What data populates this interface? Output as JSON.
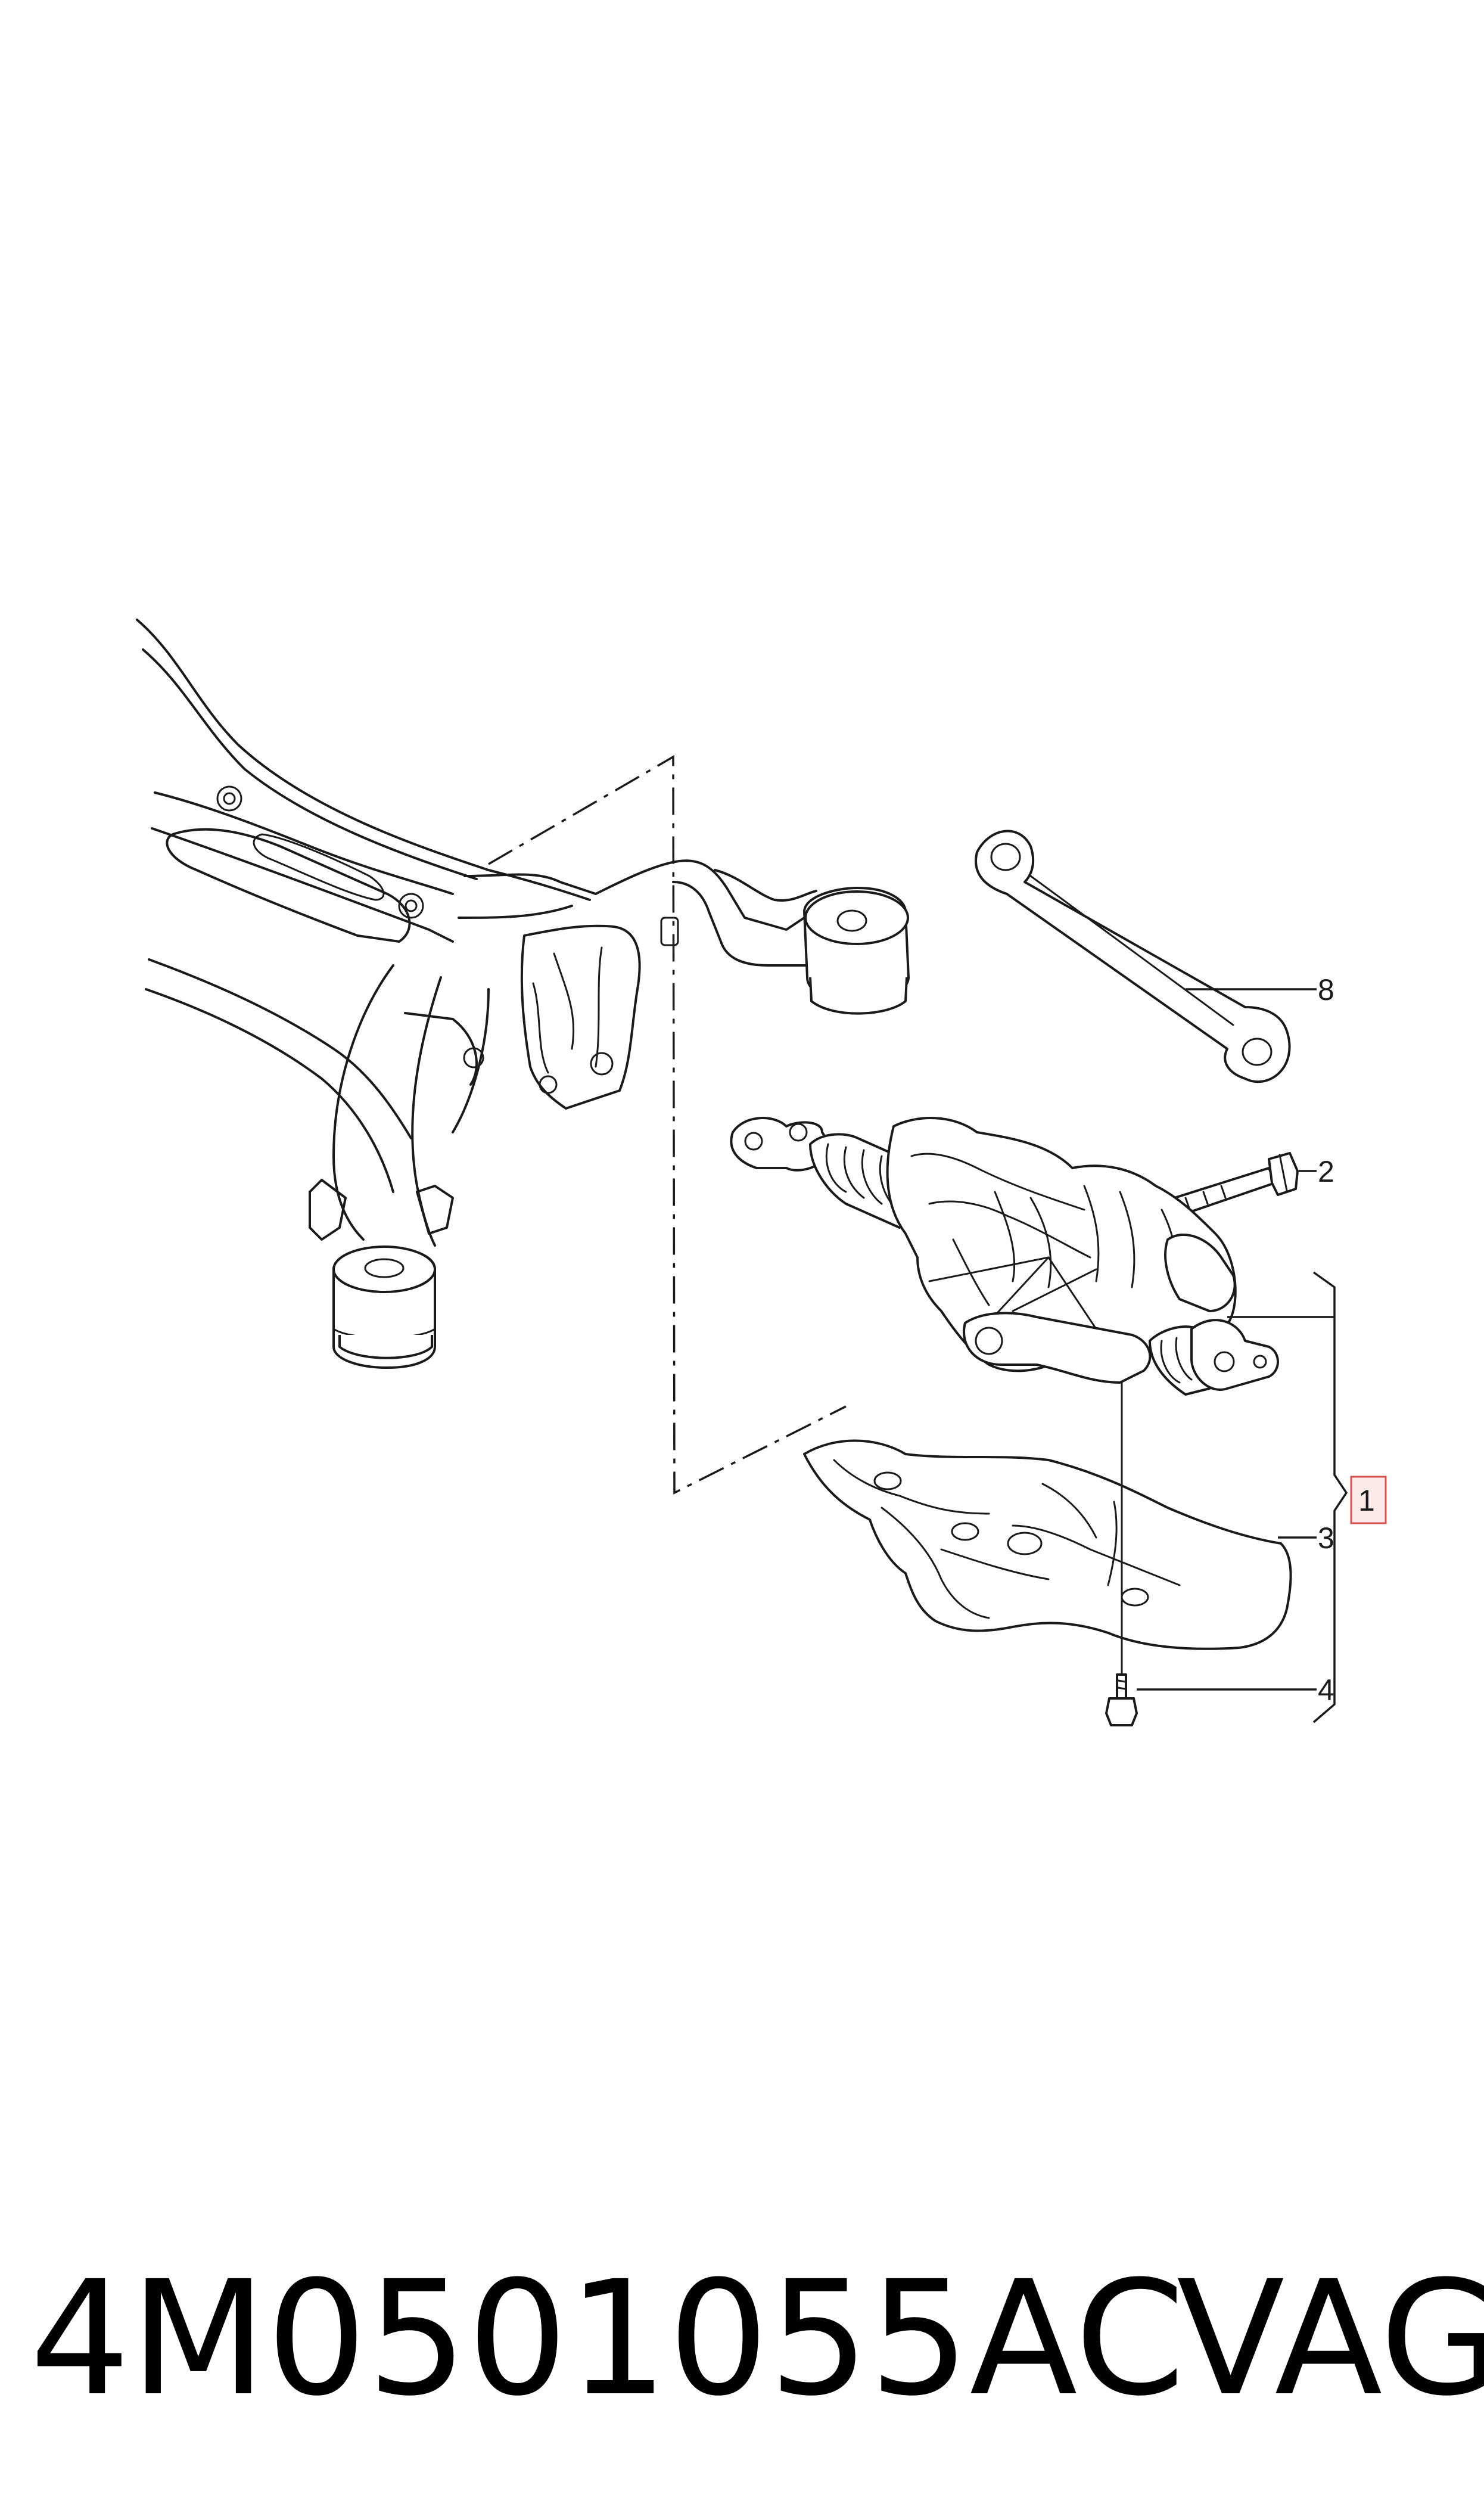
{
  "callouts": {
    "c1": "1",
    "c2": "2",
    "c3": "3",
    "c4": "4",
    "c8": "8"
  },
  "footer": {
    "part_number": "4M0501055AC",
    "brand": "VAG"
  },
  "colors": {
    "line": "#1a1a1a",
    "highlight_fill": "#fdeaea",
    "highlight_stroke": "#d9534f"
  }
}
